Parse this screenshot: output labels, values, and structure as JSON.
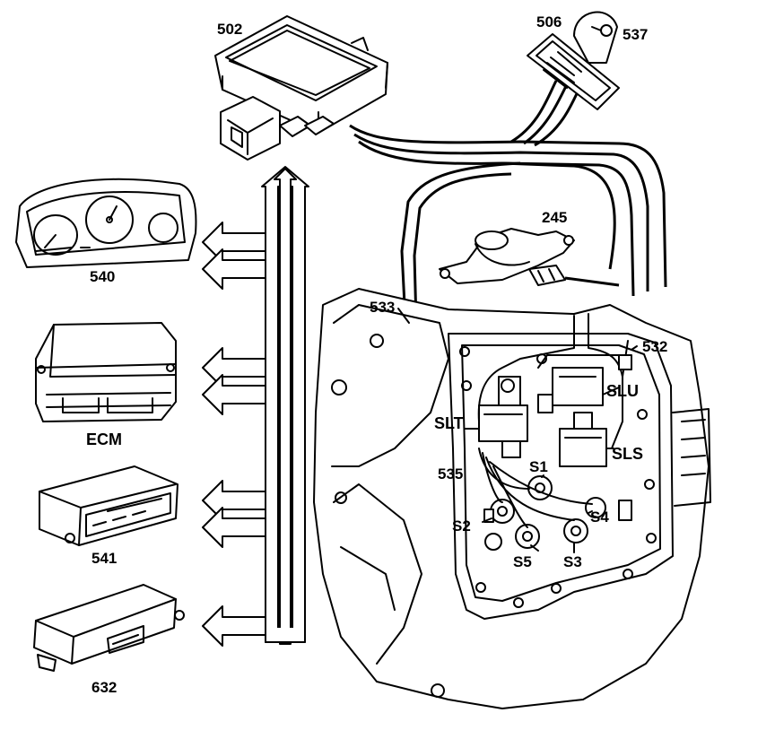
{
  "labels": {
    "tcm": "502",
    "shifter": "506",
    "shift_knob_sensor": "537",
    "range_sensor": "245",
    "speed_sensor_input": "533",
    "speed_sensor_output": "532",
    "instrument_cluster": "540",
    "ecm": "ECM",
    "climate_module": "541",
    "module_632": "632",
    "slt": "SLT",
    "slu": "SLU",
    "sls": "SLS",
    "harness_535": "535",
    "s1": "S1",
    "s2": "S2",
    "s3": "S3",
    "s4": "S4",
    "s5": "S5"
  }
}
